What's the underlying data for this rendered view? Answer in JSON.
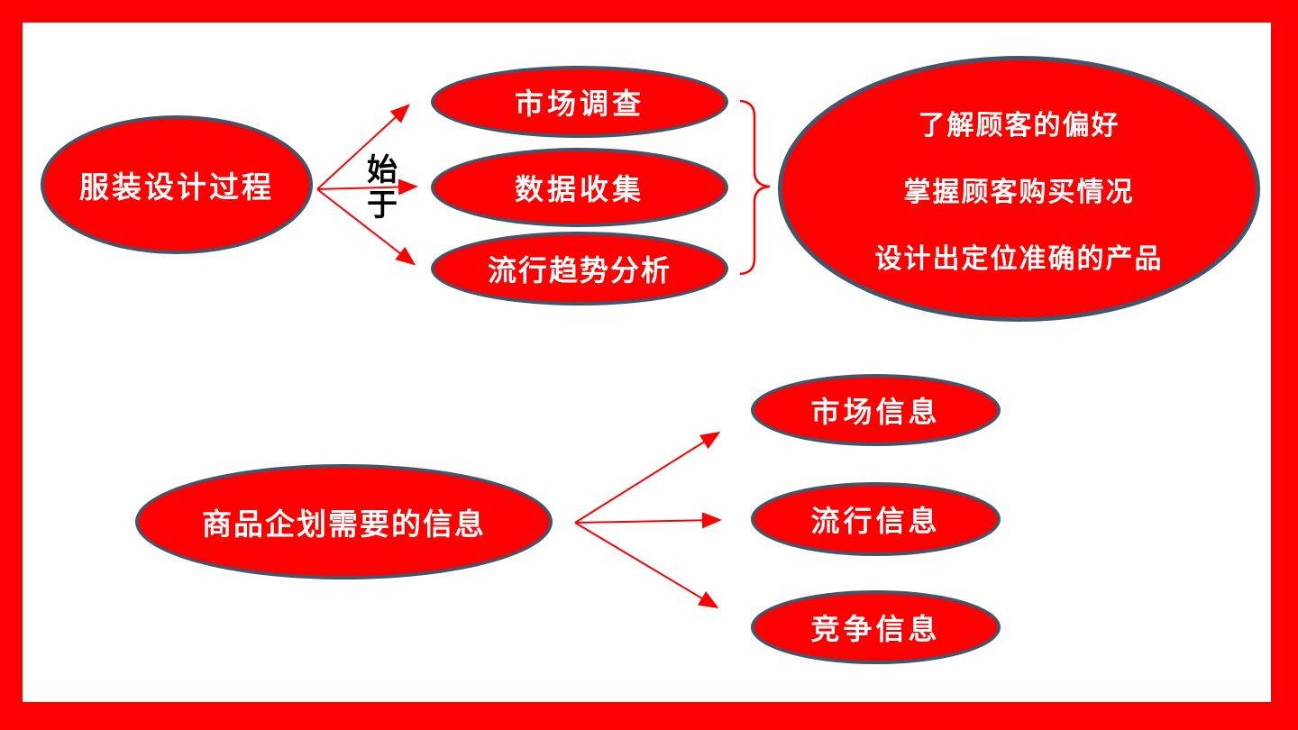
{
  "colors": {
    "frame": "#fe0000",
    "ellipse_fill": "#fe0000",
    "ellipse_border": "#44546a",
    "arrow": "#fe0000",
    "text_on_red": "#ffffff",
    "connector_text": "#000000"
  },
  "diagram_top": {
    "source": {
      "label": "服装设计过程"
    },
    "connector_label": "始于",
    "items": [
      {
        "label": "市场调查"
      },
      {
        "label": "数据收集"
      },
      {
        "label": "流行趋势分析"
      }
    ],
    "outcome": {
      "lines": [
        "了解顾客的偏好",
        "掌握顾客购买情况",
        "设计出定位准确的产品"
      ]
    }
  },
  "diagram_bottom": {
    "source": {
      "label": "商品企划需要的信息"
    },
    "items": [
      {
        "label": "市场信息"
      },
      {
        "label": "流行信息"
      },
      {
        "label": "竞争信息"
      }
    ]
  }
}
